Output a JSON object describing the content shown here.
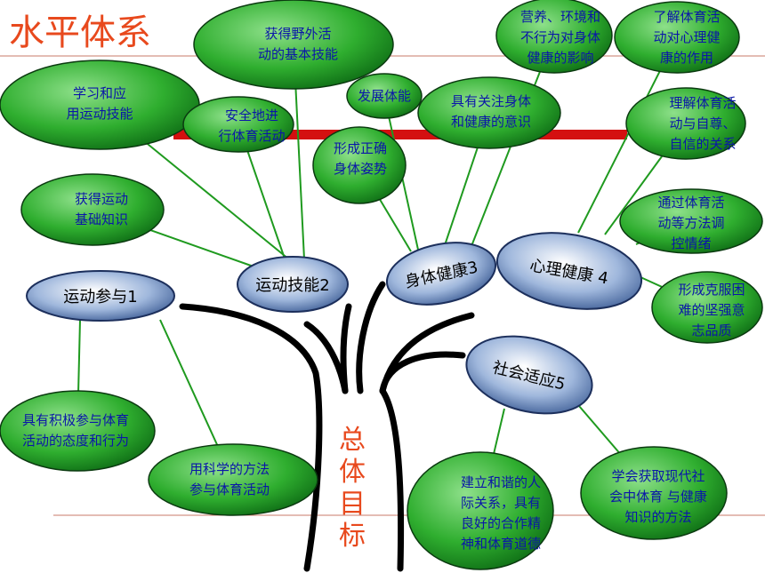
{
  "title": "水平体系",
  "root_label": "总体目标",
  "colors": {
    "title": "#e8491d",
    "leaf_fill": "#2fae2f",
    "leaf_text": "#0a16a8",
    "main_fill": "#6c8fc4",
    "connector": "#1f9a1f",
    "trunk": "#000000",
    "bar": "#d41010"
  },
  "categories": [
    {
      "id": "c1",
      "label": "运动参与1"
    },
    {
      "id": "c2",
      "label": "运动技能2"
    },
    {
      "id": "c3",
      "label": "身体健康3"
    },
    {
      "id": "c4",
      "label": "心理健康 4"
    },
    {
      "id": "c5",
      "label": "社会适应5"
    }
  ],
  "goals": [
    {
      "id": "g1",
      "category": "c2",
      "lines": [
        "学习和应",
        "用运动技能"
      ]
    },
    {
      "id": "g2",
      "category": "c2",
      "lines": [
        "获得野外活",
        "动的基本技能"
      ]
    },
    {
      "id": "g3",
      "category": "c2",
      "lines": [
        "安全地进",
        "行体育活动"
      ]
    },
    {
      "id": "g4",
      "category": "c2",
      "lines": [
        "获得运动",
        "基础知识"
      ]
    },
    {
      "id": "g5",
      "category": "c3",
      "lines": [
        "发展体能"
      ]
    },
    {
      "id": "g6",
      "category": "c3",
      "lines": [
        "形成正确",
        "身体姿势"
      ]
    },
    {
      "id": "g7",
      "category": "c3",
      "lines": [
        "具有关注身体",
        "和健康的意识"
      ]
    },
    {
      "id": "g8",
      "category": "c3",
      "lines": [
        "营养、环境和",
        "不行为对身体",
        "健康的影响"
      ]
    },
    {
      "id": "g9",
      "category": "c4",
      "lines": [
        "了解体育活",
        "动对心理健",
        "康的作用"
      ]
    },
    {
      "id": "g10",
      "category": "c4",
      "lines": [
        "理解体育活",
        "动与自尊、",
        "自信的关系"
      ]
    },
    {
      "id": "g11",
      "category": "c4",
      "lines": [
        "通过体育活",
        "动等方法调",
        "控情绪"
      ]
    },
    {
      "id": "g12",
      "category": "c4",
      "lines": [
        "形成克服困",
        "难的坚强意",
        "志品质"
      ]
    },
    {
      "id": "g13",
      "category": "c1",
      "lines": [
        "具有积极参与体育",
        "活动的态度和行为"
      ]
    },
    {
      "id": "g14",
      "category": "c1",
      "lines": [
        "用科学的方法",
        "参与体育活动"
      ]
    },
    {
      "id": "g15",
      "category": "c5",
      "lines": [
        "建立和谐的人",
        "际关系，具有",
        "良好的合作精",
        "神和体育道德"
      ]
    },
    {
      "id": "g16",
      "category": "c5",
      "lines": [
        "学会获取现代社",
        "会中体育 与健康",
        "知识的方法"
      ]
    }
  ]
}
